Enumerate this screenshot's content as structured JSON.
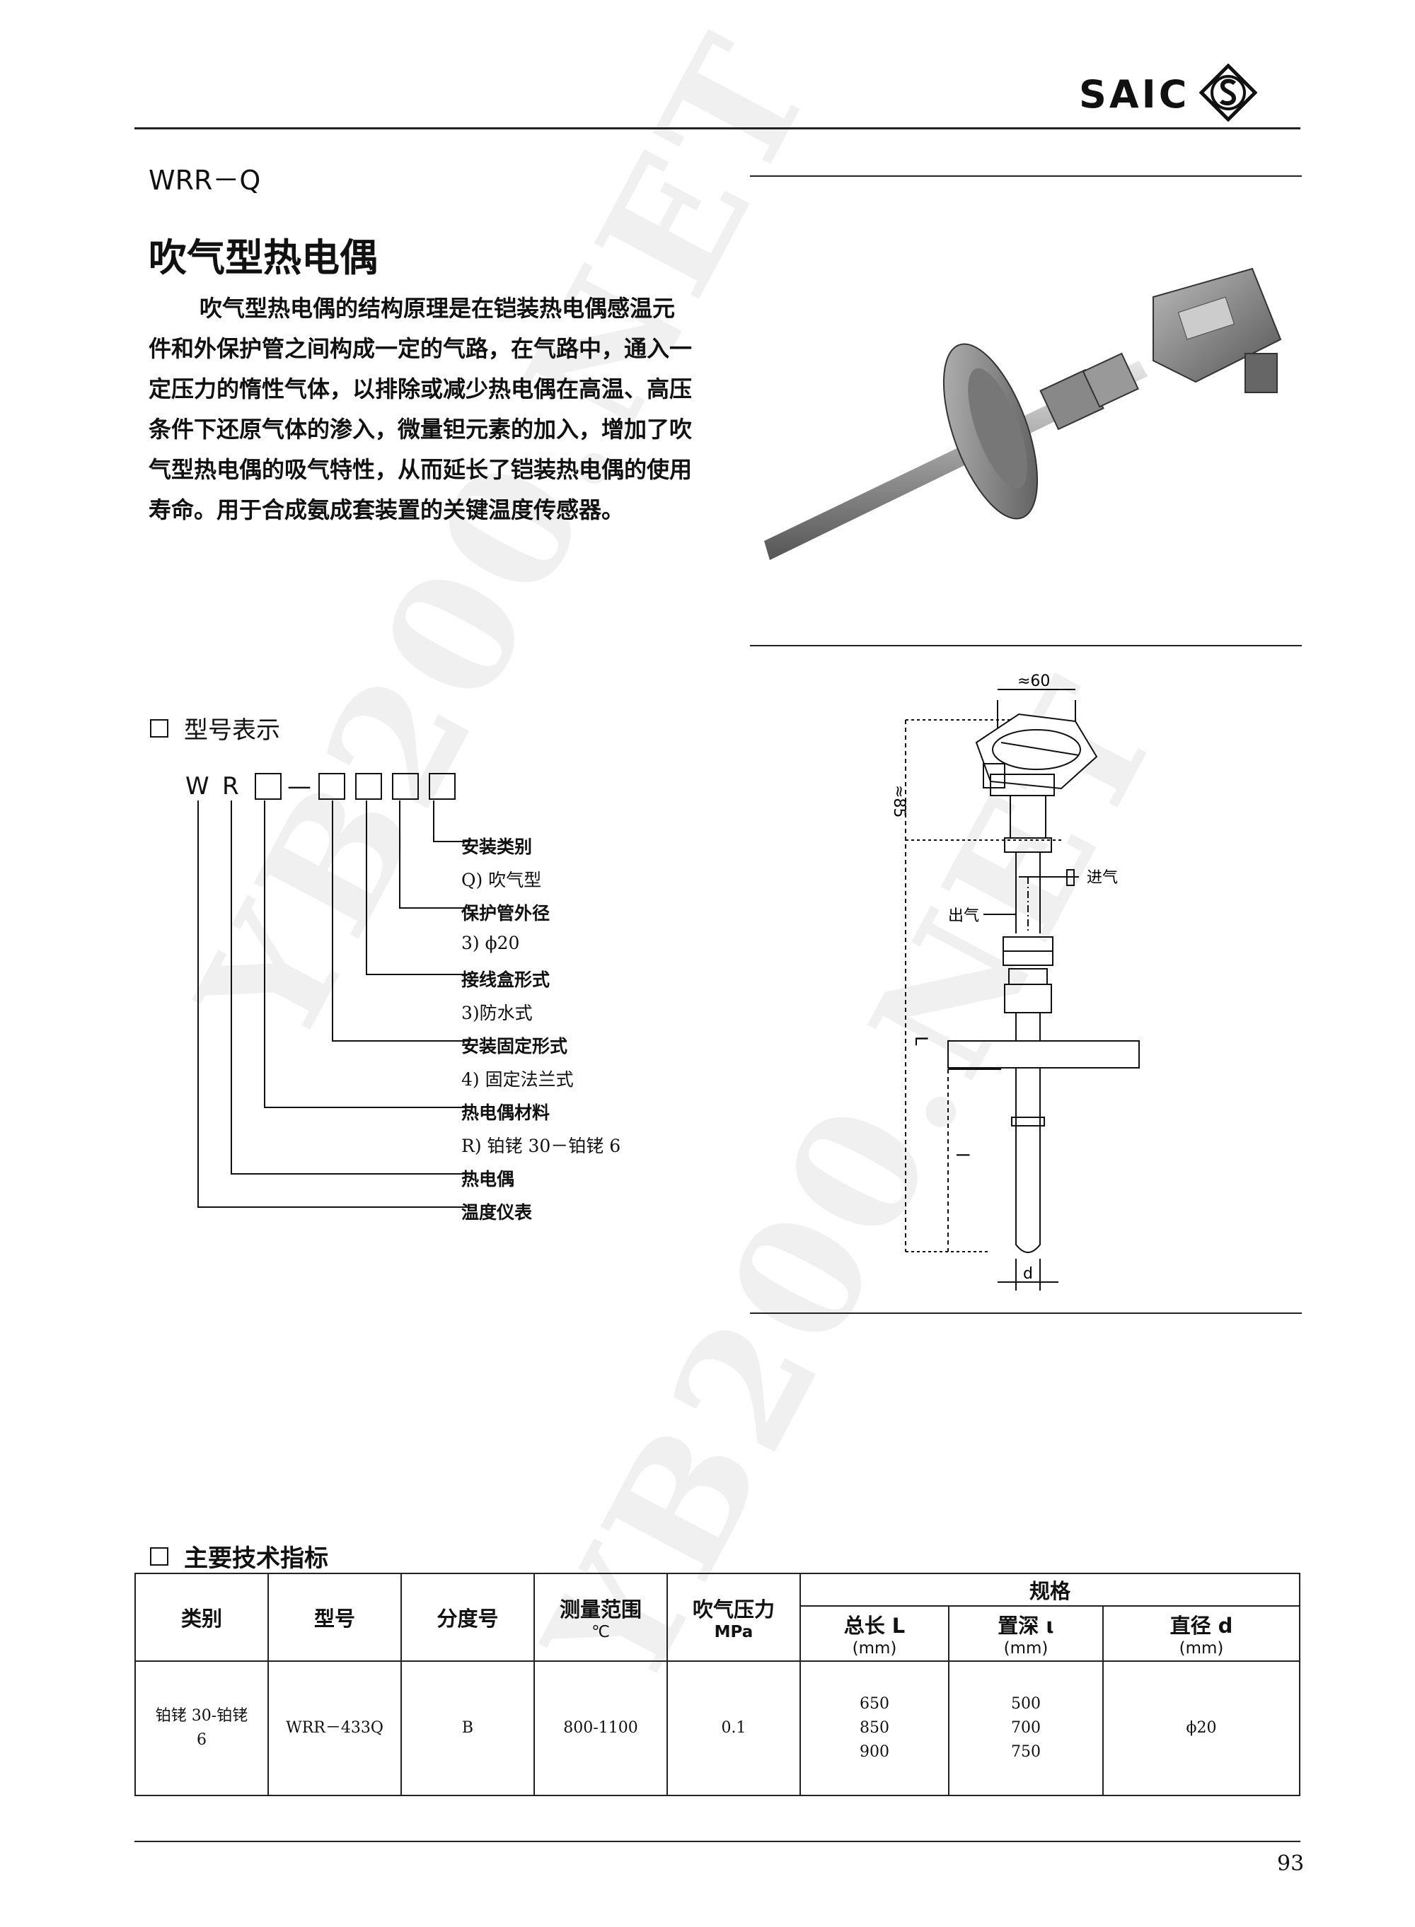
{
  "header": {
    "brand": "SAIC",
    "brand_mark": "S-logo-icon"
  },
  "product": {
    "code": "WRR－Q",
    "title": "吹气型热电偶",
    "intro": "吹气型热电偶的结构原理是在铠装热电偶感温元件和外保护管之间构成一定的气路，在气路中，通入一定压力的惰性气体，以排除或减少热电偶在高温、高压条件下还原气体的渗入，微量钽元素的加入，增加了吹气型热电偶的吸气特性，从而延长了铠装热电偶的使用寿命。用于合成氨成套装置的关键温度传感器。"
  },
  "model_section": {
    "heading": "型号表示",
    "prefix_w": "W",
    "prefix_r": "R",
    "dash": "—",
    "legend": [
      {
        "text": "安装类别",
        "bold": true
      },
      {
        "text": "Q) 吹气型",
        "bold": false
      },
      {
        "text": "保护管外径",
        "bold": true
      },
      {
        "text": "3) ϕ20",
        "bold": false
      },
      {
        "text": "接线盒形式",
        "bold": true
      },
      {
        "text": "3)防水式",
        "bold": false
      },
      {
        "text": "安装固定形式",
        "bold": true
      },
      {
        "text": "4) 固定法兰式",
        "bold": false
      },
      {
        "text": "热电偶材料",
        "bold": true
      },
      {
        "text": "R) 铂铑 30－铂铑 6",
        "bold": false
      },
      {
        "text": "热电偶",
        "bold": true
      },
      {
        "text": "温度仪表",
        "bold": true
      }
    ]
  },
  "drawing": {
    "dim_width": "≈60",
    "dim_height": "≈85",
    "label_in": "进气",
    "label_out": "出气",
    "dim_L": "L",
    "dim_l": "l",
    "dim_d": "d"
  },
  "spec_section": {
    "heading": "主要技术指标",
    "headers": {
      "category": "类别",
      "model": "型号",
      "graduation": "分度号",
      "range": "测量范围",
      "range_unit": "℃",
      "pressure": "吹气压力",
      "pressure_unit": "MPa",
      "spec": "规格",
      "total_length": "总长 L",
      "total_length_unit": "(mm)",
      "depth": "置深 ι",
      "depth_unit": "(mm)",
      "diameter": "直径 d",
      "diameter_unit": "(mm)"
    },
    "row": {
      "category_line1": "铂铑 30-铂铑",
      "category_line2": "6",
      "model": "WRR－433Q",
      "graduation": "B",
      "range": "800-1100",
      "pressure": "0.1",
      "total_lengths": [
        "650",
        "850",
        "900"
      ],
      "depths": [
        "500",
        "700",
        "750"
      ],
      "diameter": "ϕ20"
    }
  },
  "footer": {
    "page_number": "93"
  },
  "watermark": "YB200.NET"
}
